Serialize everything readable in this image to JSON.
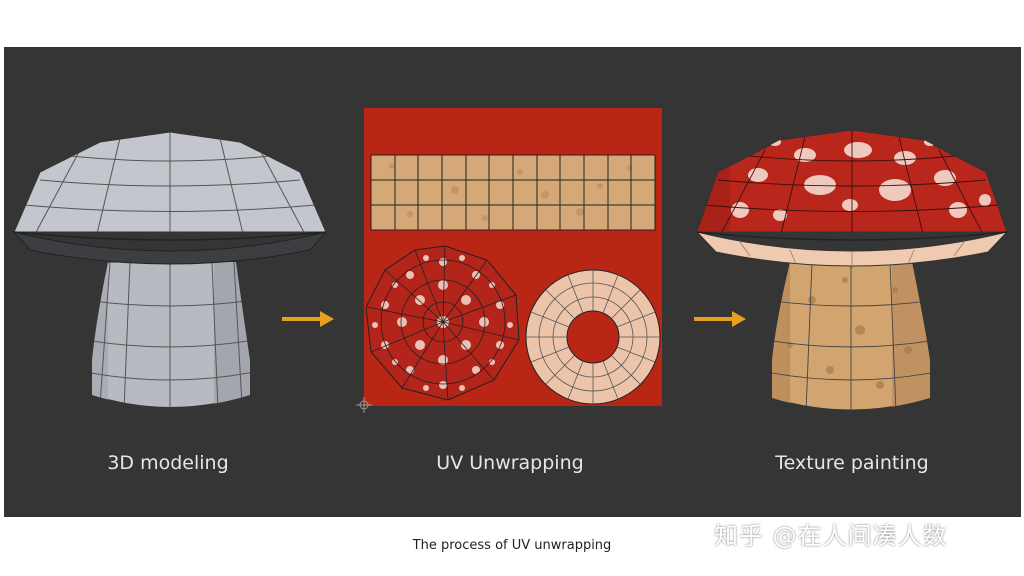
{
  "stages": [
    {
      "label": "3D modeling"
    },
    {
      "label": "UV Unwrapping"
    },
    {
      "label": "Texture painting"
    }
  ],
  "caption": "The process of UV unwrapping",
  "watermark": "知乎 @在人间凑人数",
  "colors": {
    "panel": "#353535",
    "arrow": "#e8a020",
    "uv_background": "#b92616",
    "cap_red": "#b8261c",
    "stem_tan": "#d2a570",
    "cap_inner": "#efcab0",
    "model_gray": "#b9bcc2"
  }
}
